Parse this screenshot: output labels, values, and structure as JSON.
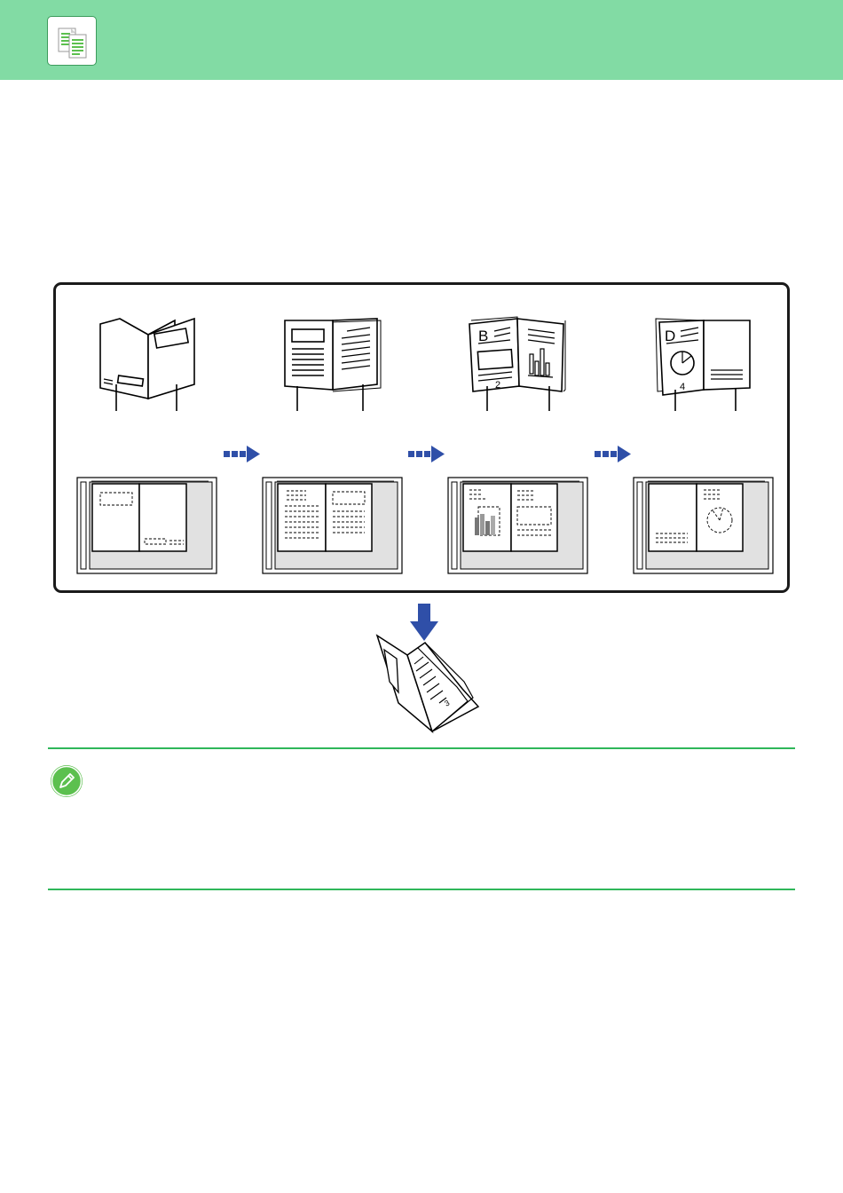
{
  "header": {
    "icon": "copy-icon",
    "bg_color": "#82dba4",
    "icon_color": "#5cc04f"
  },
  "figure": {
    "originals": [
      {
        "name": "original-booklet-cover"
      },
      {
        "name": "original-booklet-text-spread"
      },
      {
        "name": "original-booklet-page-2-spread",
        "letter": "B",
        "page_number": "2"
      },
      {
        "name": "original-booklet-page-4-spread",
        "letter": "D",
        "page_number": "4"
      }
    ],
    "scan_previews": 4,
    "flow_arrow_color": "#2f4fa8",
    "result_page_number": "3"
  },
  "note": {
    "icon": "pencil-icon",
    "rule_color": "#2fb75a"
  }
}
